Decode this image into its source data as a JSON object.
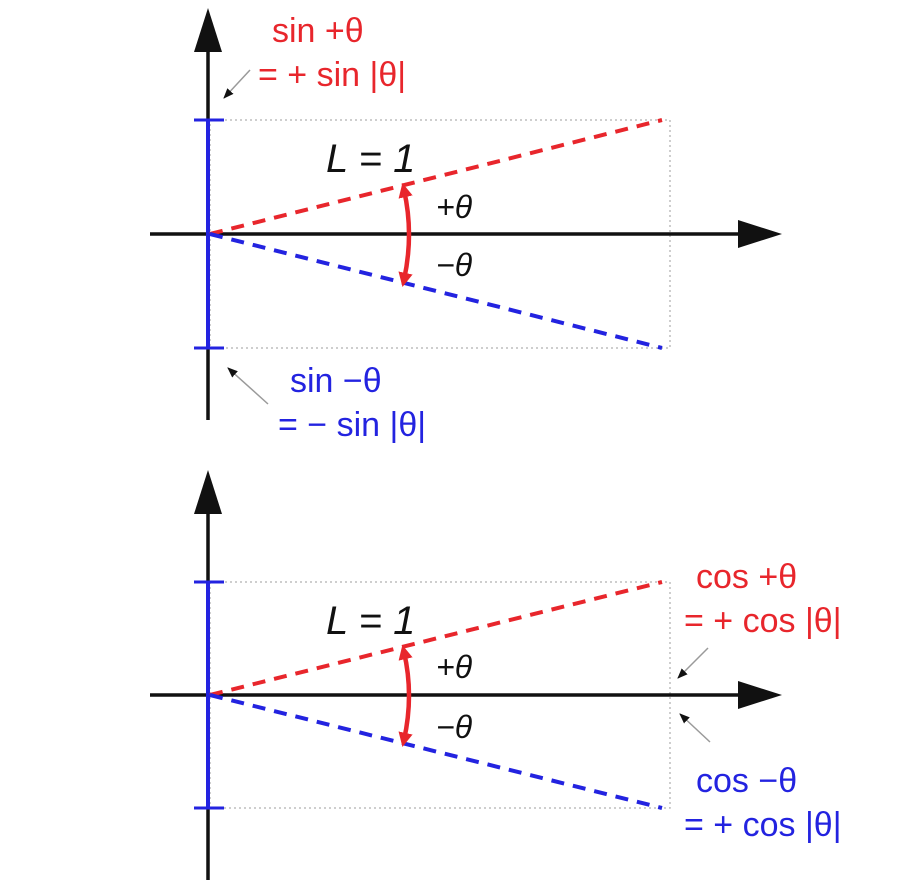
{
  "colors": {
    "positive": "#e8262c",
    "negative": "#2323e0",
    "axis": "#111111",
    "guide": "#bdbdbd"
  },
  "top": {
    "pos_line1": "sin +θ",
    "pos_line2": "= + sin |θ|",
    "neg_line1": "sin −θ",
    "neg_line2": "= − sin |θ|",
    "length_label": "L = 1",
    "angle_pos": "+θ",
    "angle_neg": "−θ"
  },
  "bottom": {
    "pos_line1": "cos +θ",
    "pos_line2": "= + cos |θ|",
    "neg_line1": "cos −θ",
    "neg_line2": "= + cos |θ|",
    "length_label": "L = 1",
    "angle_pos": "+θ",
    "angle_neg": "−θ"
  }
}
